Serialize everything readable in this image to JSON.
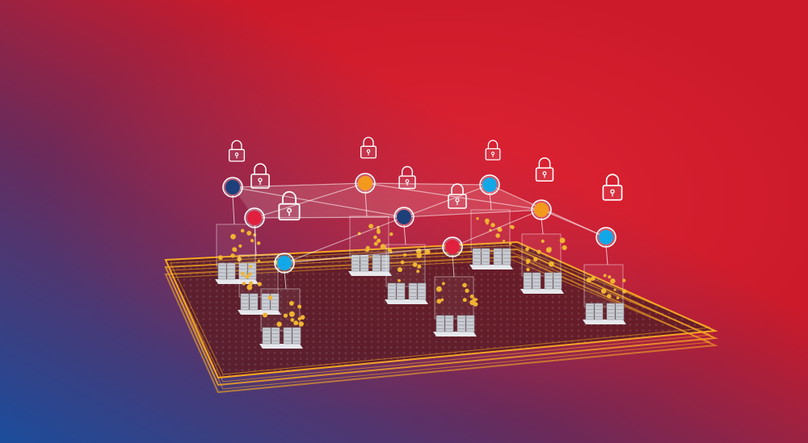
{
  "colors": {
    "background_blue": "#1b4d9c",
    "background_purple": "#6a2a5a",
    "background_red": "#cc1a2a",
    "board_fill": "#5a1c24",
    "board_outline": "#f5a623",
    "network_lines": "#ffffff",
    "server": "#c9ccd2",
    "data_particles": "#f0b431"
  },
  "node_colors": {
    "navy": "#1d3f7a",
    "red": "#e0203e",
    "cyan": "#12a8e8",
    "orange": "#f39a1e"
  },
  "nodes": [
    "navy",
    "red",
    "cyan",
    "orange",
    "navy",
    "red",
    "cyan",
    "orange",
    "cyan"
  ],
  "icons": {
    "lock": "padlock-icon",
    "server": "server-rack-icon"
  }
}
